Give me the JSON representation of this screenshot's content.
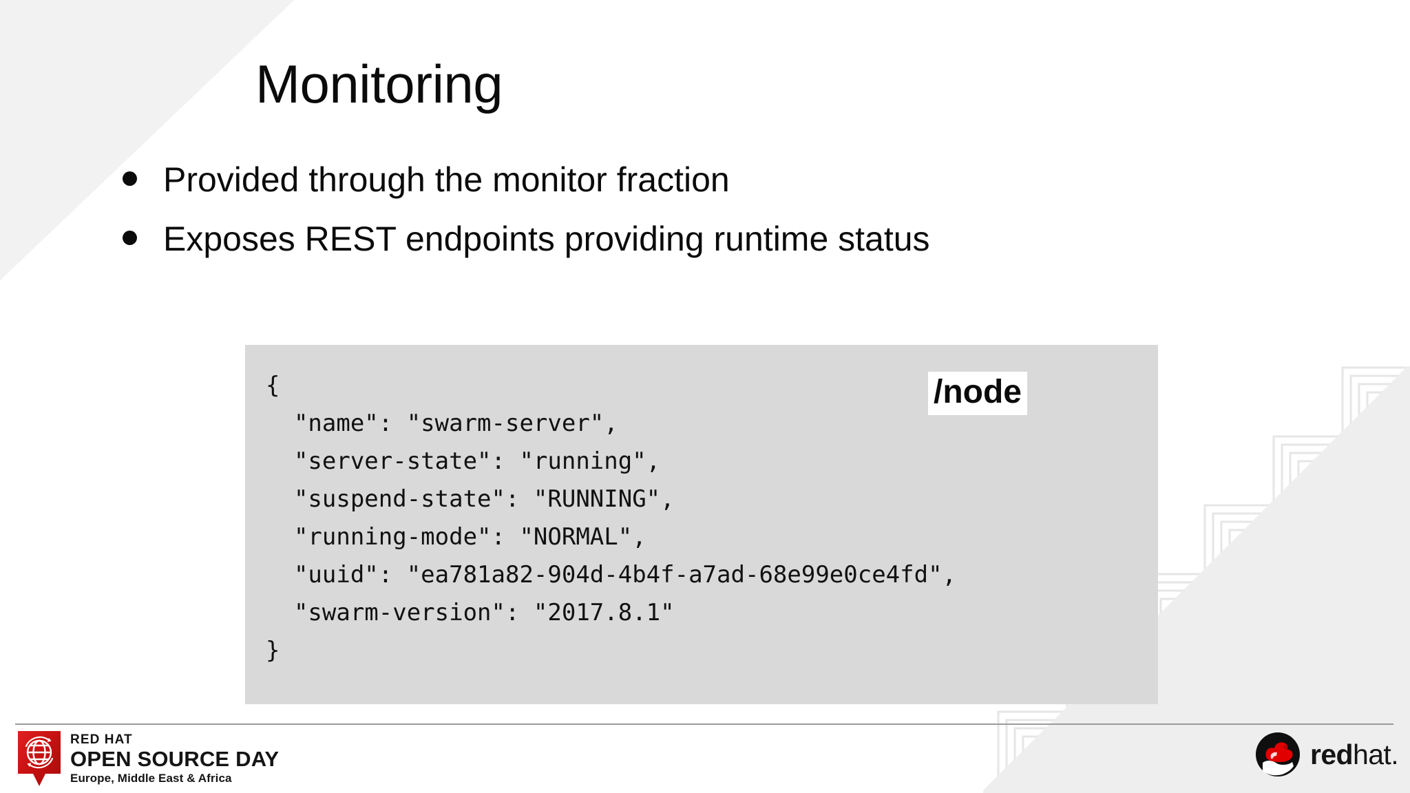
{
  "slide": {
    "title": "Monitoring",
    "bullets": [
      "Provided through the monitor fraction",
      "Exposes REST endpoints providing runtime status"
    ],
    "endpoint_badge": "/node",
    "code_block": {
      "language": "json",
      "text": "{\n  \"name\": \"swarm-server\",\n  \"server-state\": \"running\",\n  \"suspend-state\": \"RUNNING\",\n  \"running-mode\": \"NORMAL\",\n  \"uuid\": \"ea781a82-904d-4b4f-a7ad-68e99e0ce4fd\",\n  \"swarm-version\": \"2017.8.1\"\n}",
      "lines": [
        "{",
        "  \"name\": \"swarm-server\",",
        "  \"server-state\": \"running\",",
        "  \"suspend-state\": \"RUNNING\",",
        "  \"running-mode\": \"NORMAL\",",
        "  \"uuid\": \"ea781a82-904d-4b4f-a7ad-68e99e0ce4fd\",",
        "  \"swarm-version\": \"2017.8.1\"",
        "}"
      ],
      "fields": {
        "name": "swarm-server",
        "server-state": "running",
        "suspend-state": "RUNNING",
        "running-mode": "NORMAL",
        "uuid": "ea781a82-904d-4b4f-a7ad-68e99e0ce4fd",
        "swarm-version": "2017.8.1"
      },
      "background": "#d9d9d9"
    }
  },
  "footer": {
    "event_logo": {
      "line1": "RED HAT",
      "line2": "OPEN SOURCE DAY",
      "line3": "Europe, Middle East & Africa",
      "pin_color": "#cc0000"
    },
    "brand_logo": {
      "word_bold": "red",
      "word_light": "hat",
      "word_dot": ".",
      "hat_color": "#ee0000"
    }
  },
  "theme": {
    "background": "#ffffff",
    "text": "#0b0b0b",
    "rule": "#9a9a9a",
    "wedge": "#f2f2f2",
    "code_bg": "#d9d9d9",
    "red": "#cc0000"
  }
}
